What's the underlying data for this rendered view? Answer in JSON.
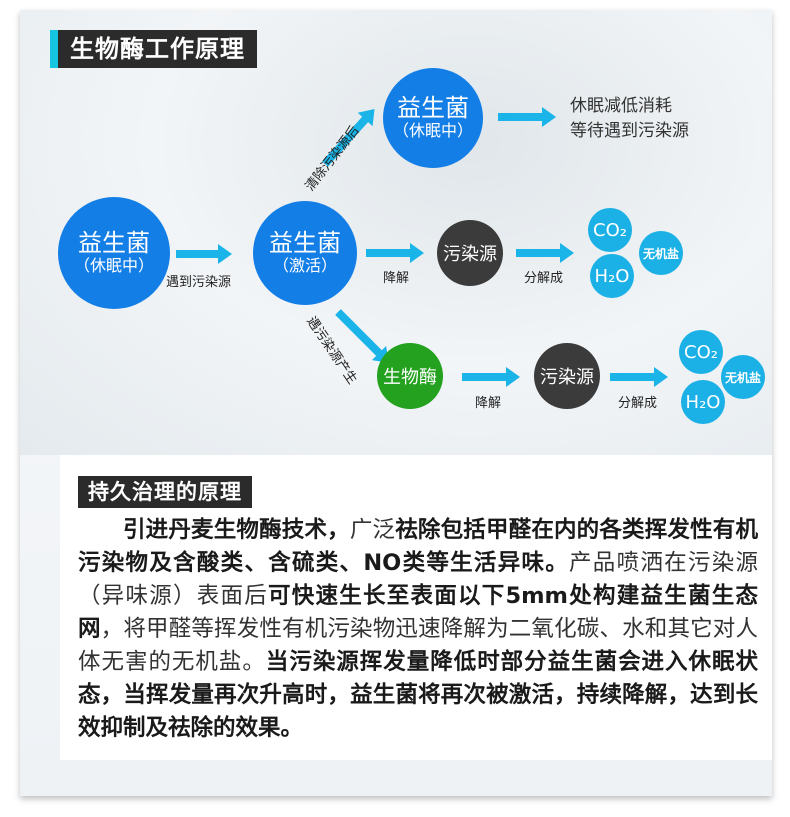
{
  "title": "生物酶工作原理",
  "diagram": {
    "probiotic_dormant_left": {
      "name": "益生菌",
      "state": "（休眠中）"
    },
    "probiotic_active": {
      "name": "益生菌",
      "state": "（激活）"
    },
    "probiotic_dormant_top": {
      "name": "益生菌",
      "state": "（休眠中）"
    },
    "edge_meet_pollution": "遇到污染源",
    "edge_after_clear": "清除污染源后",
    "edge_produce_enzyme": "遇污染源产生",
    "dormant_note": [
      "休眠减低消耗",
      "等待遇到污染源"
    ],
    "row1": {
      "degrade": "降解",
      "pollution": "污染源",
      "decompose": "分解成",
      "co2": "CO₂",
      "h2o": "H₂O",
      "salt": "无机盐"
    },
    "row2": {
      "enzyme": "生物酶",
      "degrade": "降解",
      "pollution": "污染源",
      "decompose": "分解成",
      "co2": "CO₂",
      "h2o": "H₂O",
      "salt": "无机盐"
    },
    "colors": {
      "probiotic": "#137ee6",
      "pollution": "#3b3b3b",
      "enzyme": "#23a11f",
      "product": "#1bb1e6",
      "arrow": "#1ab4e8"
    }
  },
  "section": {
    "heading": "持久治理的原理",
    "segments": [
      {
        "text": "引进丹麦生物酶技术，",
        "bold": true
      },
      {
        "text": "广泛",
        "bold": false
      },
      {
        "text": "祛除包括甲醛在内的各类挥发性有机污染物及含酸类、含硫类、NO类等生活异味。",
        "bold": true
      },
      {
        "text": "产品喷洒在污染源（异味源）表面后",
        "bold": false
      },
      {
        "text": "可快速生长至表面以下5mm处构建益生菌生态网",
        "bold": true
      },
      {
        "text": "，将甲醛等挥发性有机污染物迅速降解为二氧化碳、水和其它对人体无害的无机盐。",
        "bold": false
      },
      {
        "text": "当污染源挥发量降低时部分益生菌会进入休眠状态，当挥发量再次升高时，益生菌将再次被激活，持续降解，达到长效抑制及祛除的效果。",
        "bold": true
      }
    ]
  }
}
